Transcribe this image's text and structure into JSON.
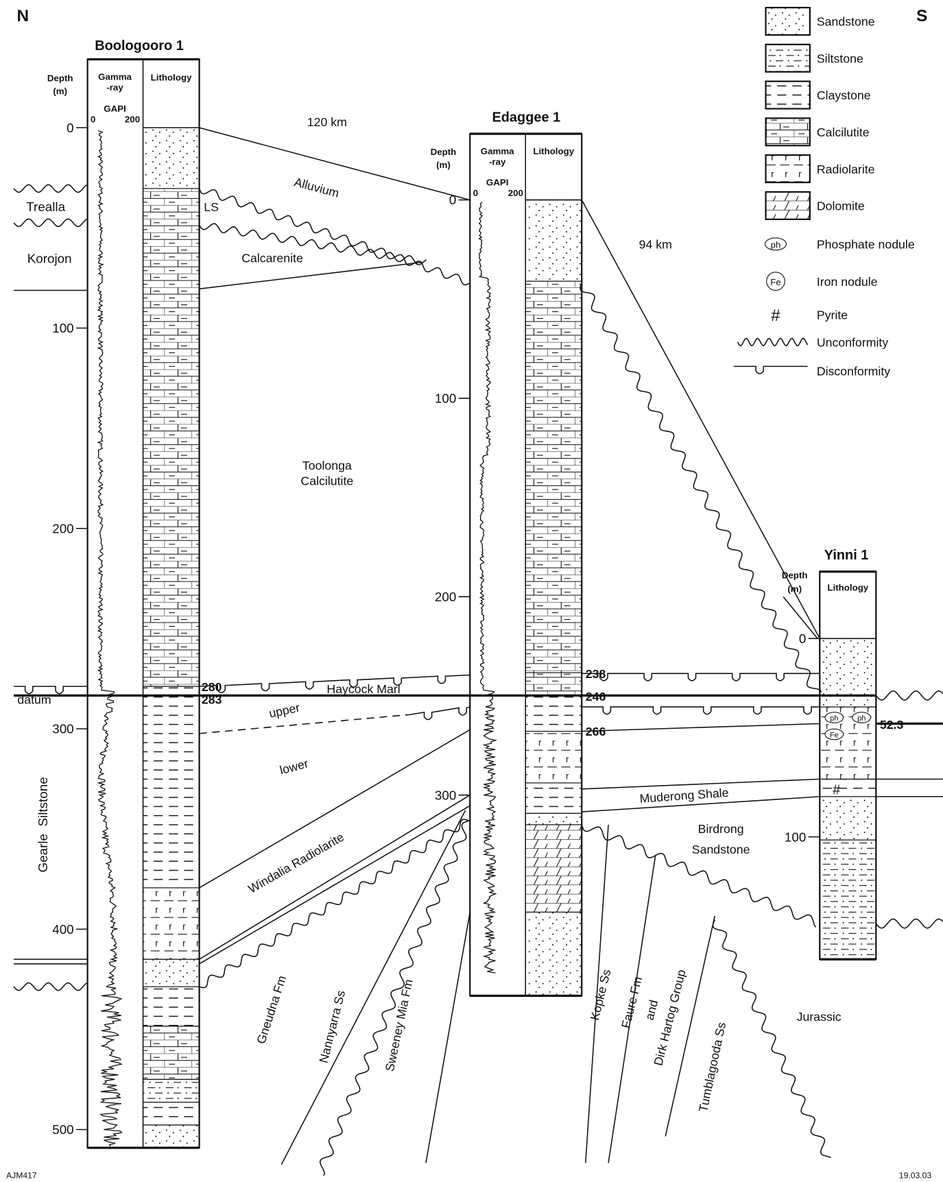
{
  "compass": {
    "north": "N",
    "south": "S"
  },
  "wells": {
    "boologooro": {
      "title": "Boologooro 1",
      "depth_label": "Depth",
      "depth_unit": "(m)",
      "gamma_label_1": "Gamma",
      "gamma_label_2": "-ray",
      "gapi": "GAPI",
      "gapi_min": "0",
      "gapi_max": "200",
      "lithology": "Lithology",
      "depth_ticks": [
        "0",
        "100",
        "200",
        "300",
        "400",
        "500"
      ]
    },
    "edaggee": {
      "title": "Edaggee 1",
      "depth_label": "Depth",
      "depth_unit": "(m)",
      "gamma_label_1": "Gamma",
      "gamma_label_2": "-ray",
      "gapi": "GAPI",
      "gapi_min": "0",
      "gapi_max": "200",
      "lithology": "Lithology",
      "depth_ticks": [
        "0",
        "100",
        "200",
        "300"
      ]
    },
    "yinni": {
      "title": "Yinni 1",
      "depth_label": "Depth",
      "depth_unit": "(m)",
      "lithology": "Lithology",
      "depth_ticks": [
        "0",
        "100"
      ]
    }
  },
  "distances": {
    "a": "120 km",
    "b": "94 km"
  },
  "depth_marks": {
    "d280": "280",
    "d283": "283",
    "d238": "238",
    "d246": "246",
    "d266": "266",
    "d523": "52.3"
  },
  "units": {
    "alluvium": "Alluvium",
    "ls": "LS",
    "calcarenite": "Calcarenite",
    "trealla": "Trealla",
    "korojon": "Korojon",
    "toolonga_1": "Toolonga",
    "toolonga_2": "Calcilutite",
    "haycock": "Haycock Marl",
    "datum": "datum",
    "upper": "upper",
    "lower": "lower",
    "windalia": "Windalia Radiolarite",
    "gearle": "Gearle  Siltstone",
    "muderong": "Muderong Shale",
    "birdrong_1": "Birdrong",
    "birdrong_2": "Sandstone",
    "gneudna": "Gneudna Fm",
    "nannyarra": "Nannyarra Ss",
    "sweeney": "Sweeney Mia Fm",
    "kopke": "Kopke Ss",
    "faure_1": "Faure Fm",
    "faure_2": "and",
    "faure_3": "Dirk Hartog Group",
    "tumblagooda": "Tumblagooda Ss",
    "jurassic": "Jurassic"
  },
  "legend": [
    {
      "label": "Sandstone",
      "pattern": "sand"
    },
    {
      "label": "Siltstone",
      "pattern": "silt"
    },
    {
      "label": "Claystone",
      "pattern": "clay"
    },
    {
      "label": "Calcilutite",
      "pattern": "calc"
    },
    {
      "label": "Radiolarite",
      "pattern": "radio"
    },
    {
      "label": "Dolomite",
      "pattern": "dolo"
    },
    {
      "label": "Phosphate nodule",
      "symbol": "ph"
    },
    {
      "label": "Iron nodule",
      "symbol": "Fe"
    },
    {
      "label": "Pyrite",
      "symbol": "#"
    },
    {
      "label": "Unconformity",
      "symbol": "wave"
    },
    {
      "label": "Disconformity",
      "symbol": "cusp"
    }
  ],
  "footer": {
    "left": "AJM417",
    "right": "19.03.03"
  }
}
